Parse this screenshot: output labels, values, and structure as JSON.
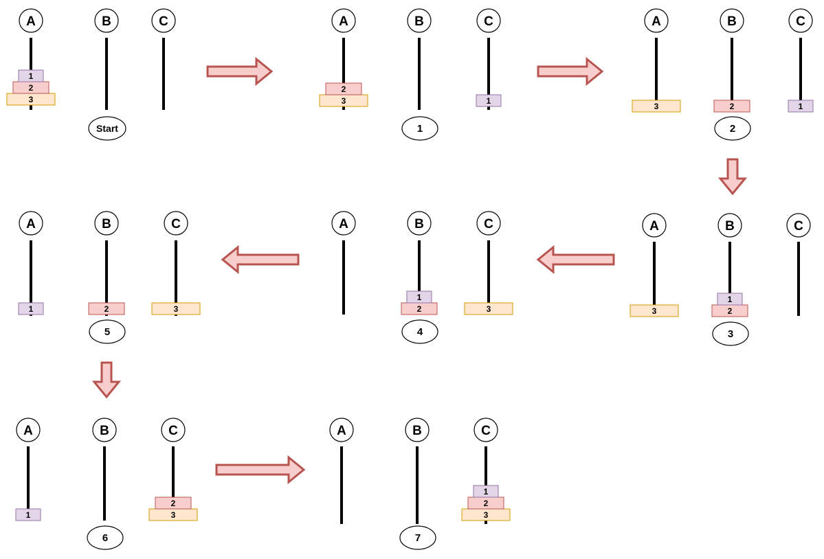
{
  "peg_names": [
    "A",
    "B",
    "C"
  ],
  "disk_sizes": [
    "1",
    "2",
    "3"
  ],
  "colors": {
    "disk_1_fill": "#e1d5e7",
    "disk_1_stroke": "#9673a6",
    "disk_2_fill": "#f8cecc",
    "disk_2_stroke": "#b85450",
    "disk_3_fill": "#ffe6cc",
    "disk_3_stroke": "#d79b00",
    "arrow_fill": "#f8cecc",
    "arrow_stroke": "#b85450",
    "peg": "#000000"
  },
  "states": [
    {
      "label": "Start",
      "pegs": [
        [
          "3",
          "2",
          "1"
        ],
        [],
        []
      ]
    },
    {
      "label": "1",
      "pegs": [
        [
          "3",
          "2"
        ],
        [],
        [
          "1"
        ]
      ]
    },
    {
      "label": "2",
      "pegs": [
        [
          "3"
        ],
        [
          "2"
        ],
        [
          "1"
        ]
      ]
    },
    {
      "label": "3",
      "pegs": [
        [
          "3"
        ],
        [
          "2",
          "1"
        ],
        []
      ]
    },
    {
      "label": "4",
      "pegs": [
        [],
        [
          "2",
          "1"
        ],
        [
          "3"
        ]
      ]
    },
    {
      "label": "5",
      "pegs": [
        [
          "1"
        ],
        [
          "2"
        ],
        [
          "3"
        ]
      ]
    },
    {
      "label": "6",
      "pegs": [
        [
          "1"
        ],
        [],
        [
          "3",
          "2"
        ]
      ]
    },
    {
      "label": "7",
      "pegs": [
        [],
        [],
        [
          "3",
          "2",
          "1"
        ]
      ]
    }
  ],
  "arrows": [
    {
      "from": "Start",
      "to": "1",
      "direction": "right"
    },
    {
      "from": "1",
      "to": "2",
      "direction": "right"
    },
    {
      "from": "2",
      "to": "3",
      "direction": "down"
    },
    {
      "from": "3",
      "to": "4",
      "direction": "left"
    },
    {
      "from": "4",
      "to": "5",
      "direction": "left"
    },
    {
      "from": "5",
      "to": "6",
      "direction": "down"
    },
    {
      "from": "6",
      "to": "7",
      "direction": "right"
    }
  ]
}
